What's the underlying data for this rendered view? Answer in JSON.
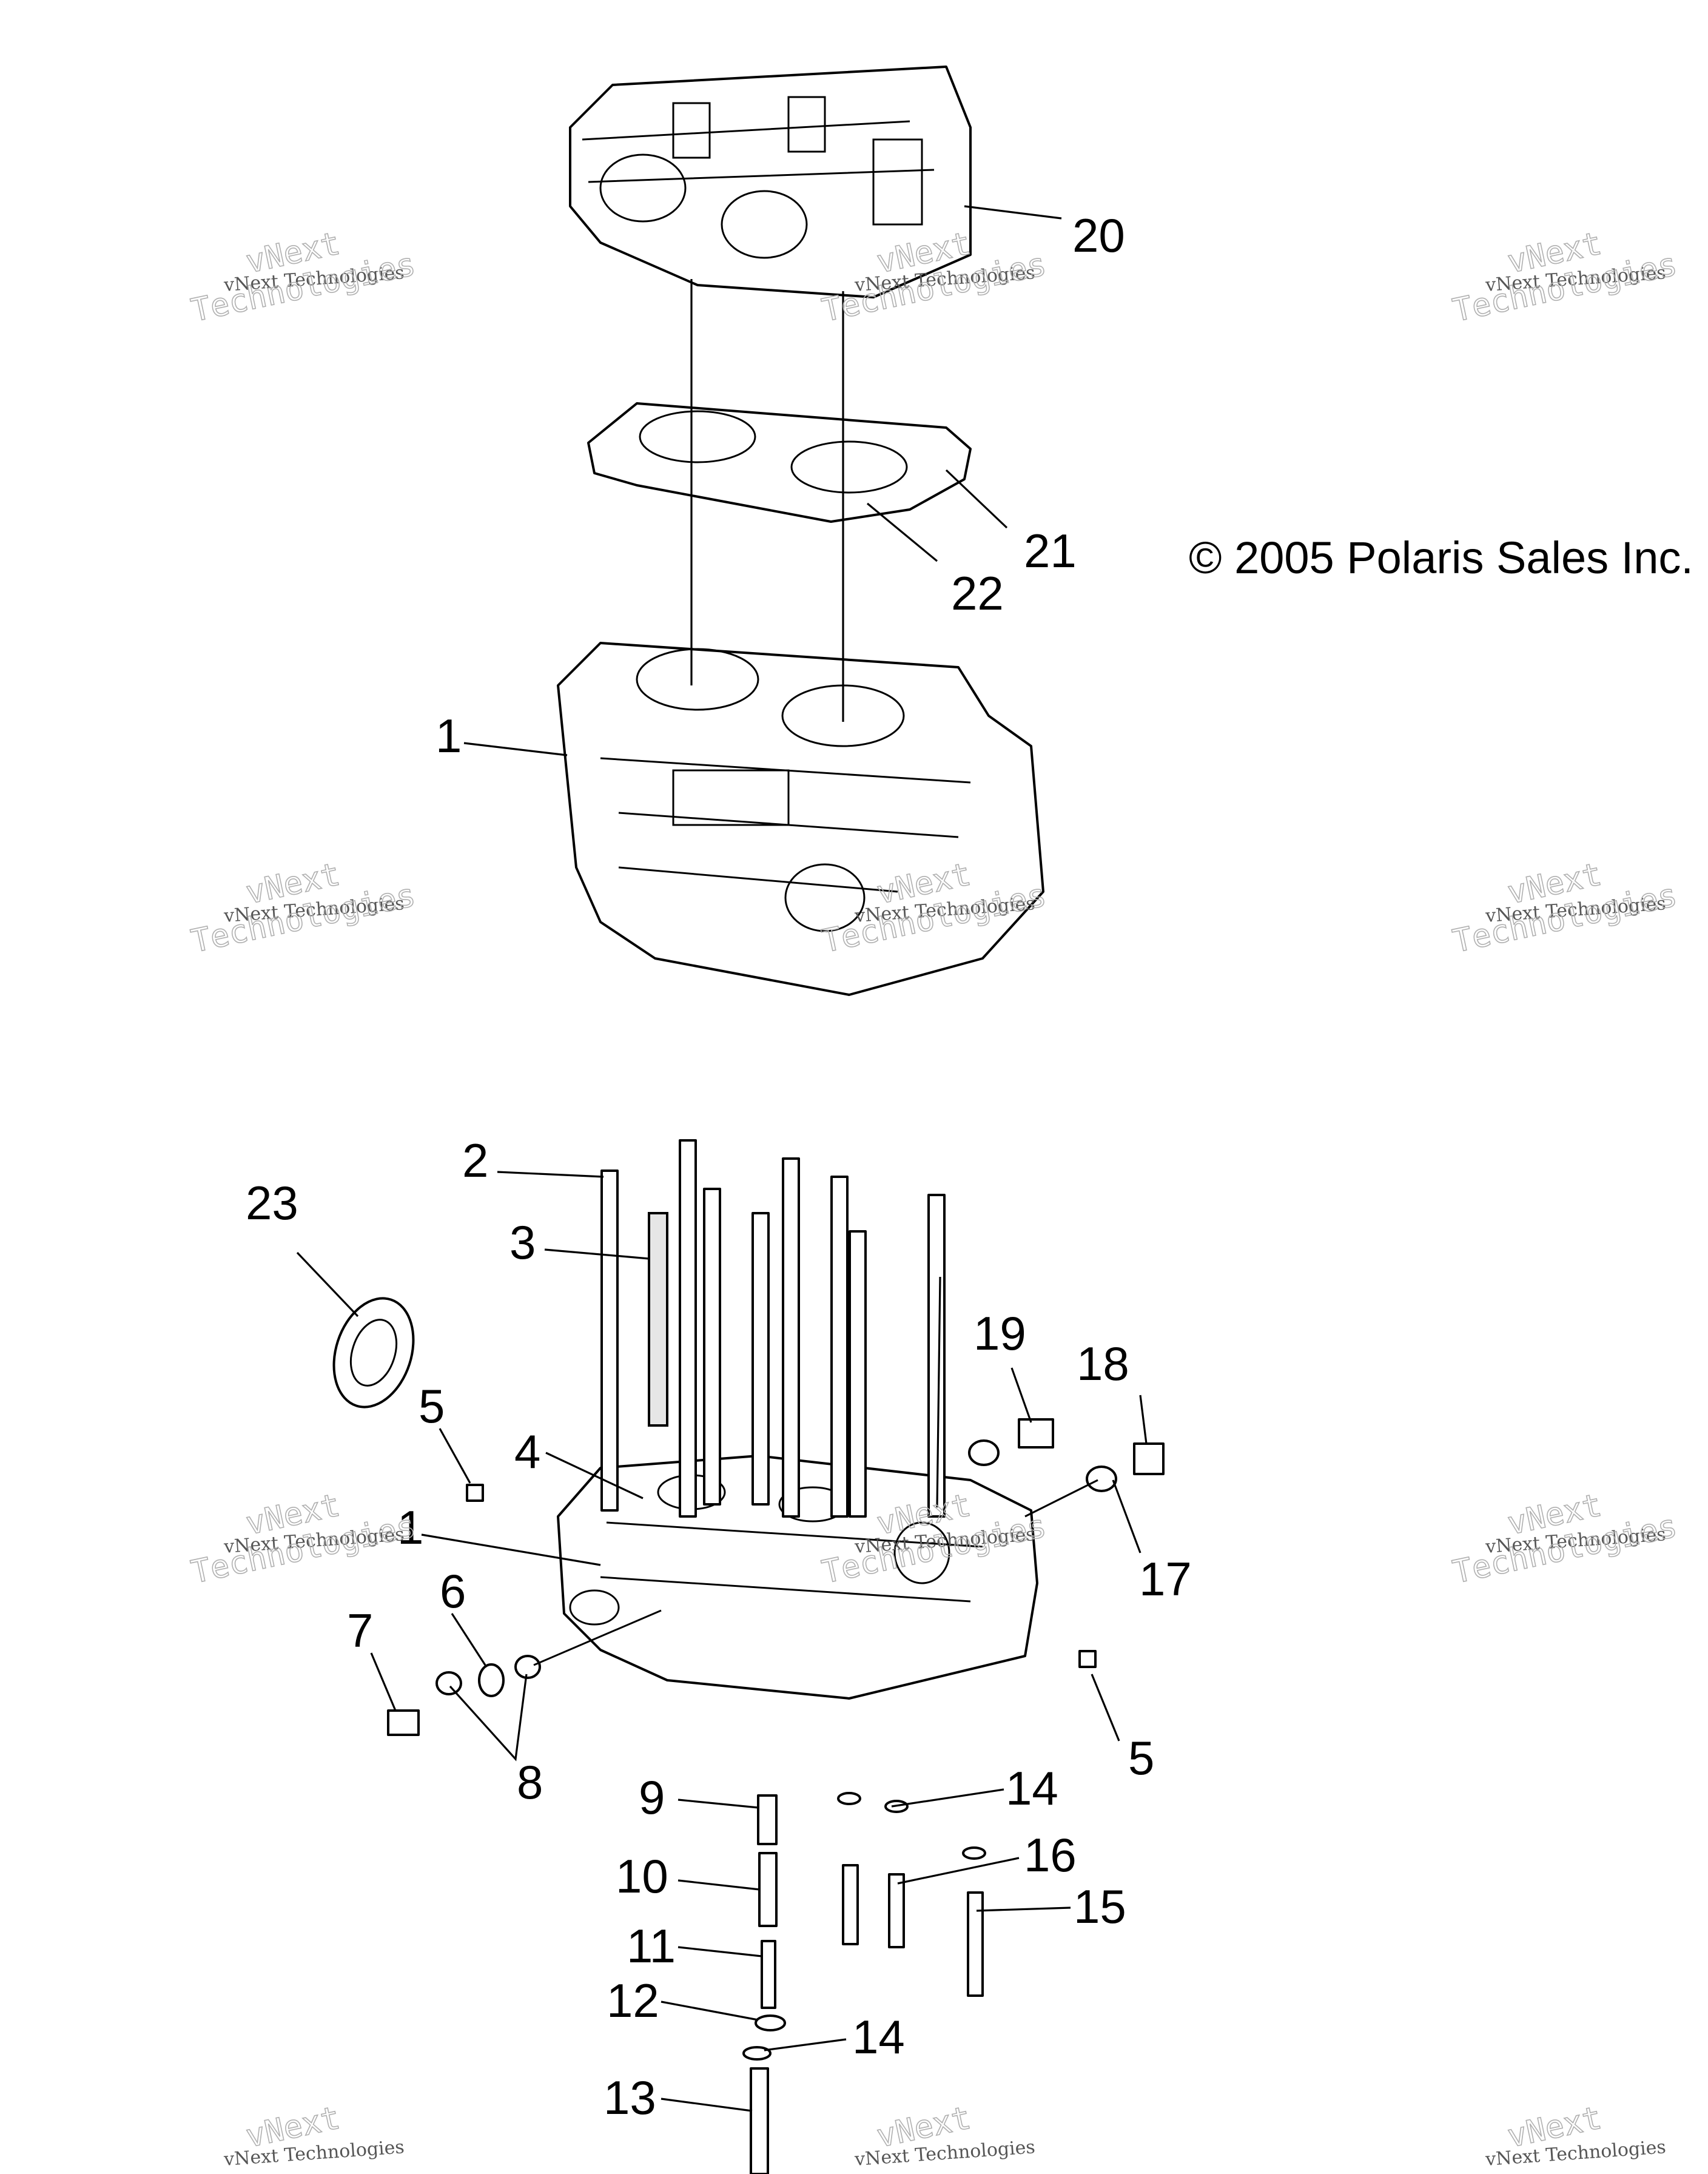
{
  "copyright": "© 2005 Polaris Sales Inc.",
  "watermark": {
    "line1": "vNext",
    "line2": "vNext Technologies",
    "line3": "Technologies"
  },
  "callouts": [
    "1",
    "1",
    "2",
    "3",
    "4",
    "5",
    "5",
    "6",
    "7",
    "8",
    "9",
    "10",
    "11",
    "12",
    "13",
    "14",
    "14",
    "15",
    "16",
    "17",
    "18",
    "19",
    "20",
    "21",
    "22",
    "23"
  ]
}
